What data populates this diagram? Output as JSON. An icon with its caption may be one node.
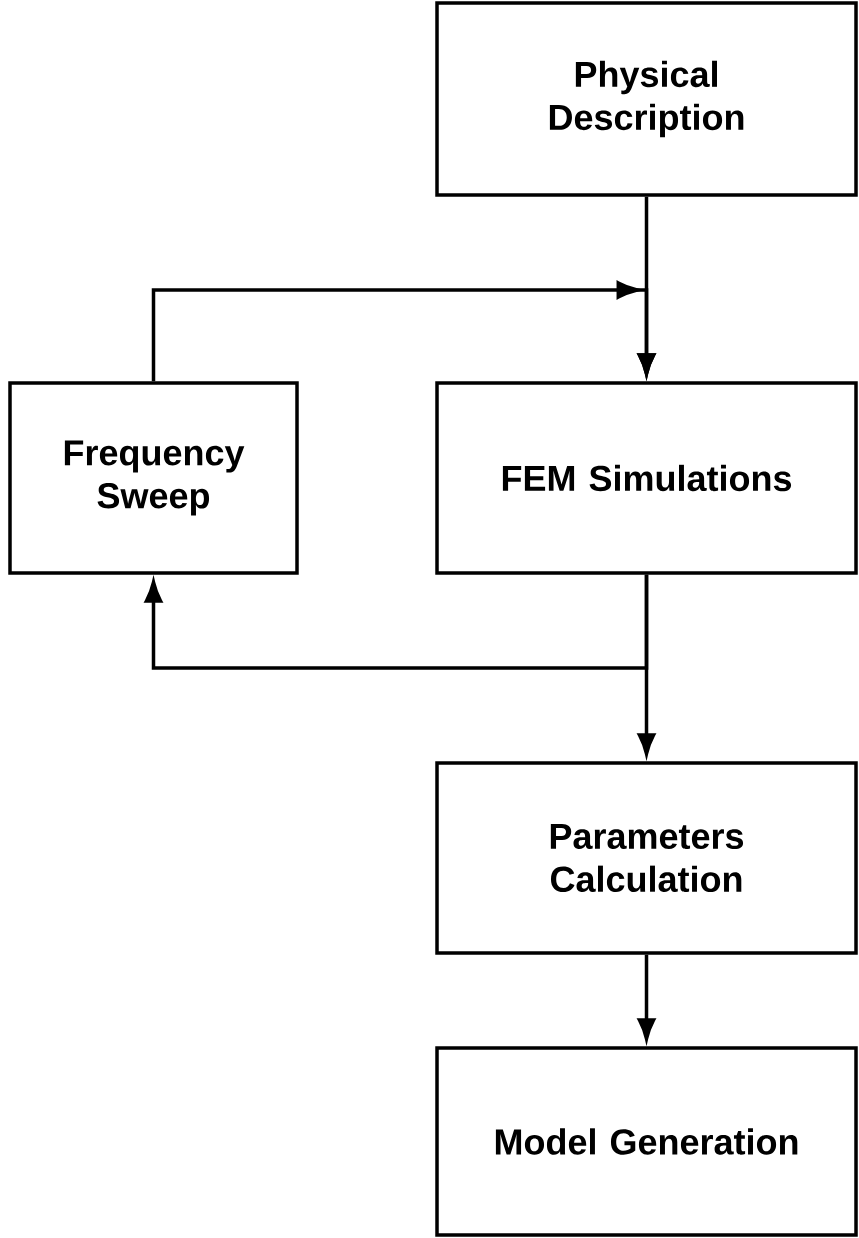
{
  "diagram": {
    "nodes": [
      {
        "text": [
          "Physical Description"
        ]
      },
      {
        "text": [
          "Frequency Sweep"
        ]
      },
      {
        "text": [
          "FEM Simulations"
        ]
      },
      {
        "text": [
          "Parameters Calculation"
        ]
      },
      {
        "text": [
          "Model Generation"
        ]
      }
    ],
    "edges": [
      {
        "from": 0,
        "to": 2,
        "arrow": "to"
      },
      {
        "from": 1,
        "to": 2,
        "arrow": "to"
      },
      {
        "from": 2,
        "to": 3,
        "arrow": "to"
      },
      {
        "from": 2,
        "to": 1,
        "arrow": "to"
      },
      {
        "from": 3,
        "to": 4,
        "arrow": "to"
      }
    ]
  }
}
